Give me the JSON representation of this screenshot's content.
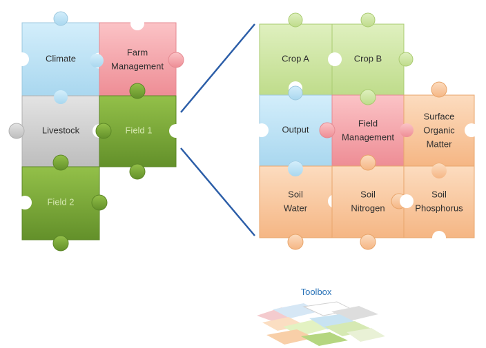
{
  "left_group": {
    "climate": "Climate",
    "farm_management_line1": "Farm",
    "farm_management_line2": "Management",
    "livestock": "Livestock",
    "field1": "Field 1",
    "field2": "Field 2"
  },
  "right_group": {
    "crop_a": "Crop A",
    "crop_b": "Crop B",
    "output": "Output",
    "field_management_line1": "Field",
    "field_management_line2": "Management",
    "surface_organic_line1": "Surface",
    "surface_organic_line2": "Organic",
    "surface_organic_line3": "Matter",
    "soil_water_line1": "Soil",
    "soil_water_line2": "Water",
    "soil_nitrogen_line1": "Soil",
    "soil_nitrogen_line2": "Nitrogen",
    "soil_phosphorus_line1": "Soil",
    "soil_phosphorus_line2": "Phosphorus"
  },
  "toolbox": {
    "label": "Toolbox"
  },
  "colors": {
    "blue": "#bfe3f6",
    "pink": "#f5a7ad",
    "gray": "#d3d3d3",
    "green_dark": "#7dac35",
    "green_light": "#cfe6a6",
    "orange": "#f9cba3",
    "connector_line": "#2c5ea8"
  }
}
